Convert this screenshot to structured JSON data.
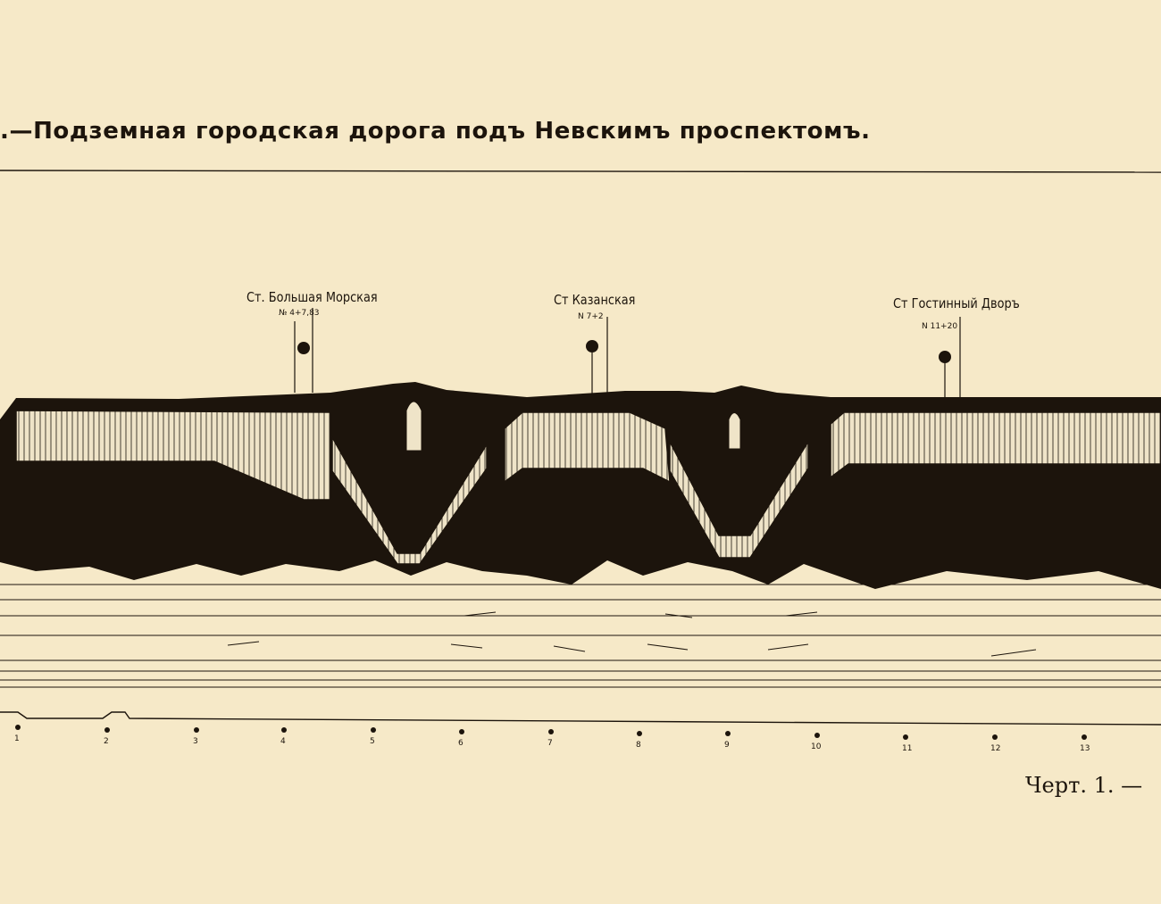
{
  "title": ".—Подземная городская дорога подъ Невскимъ проспектомъ.",
  "caption": "Черт. 1. —",
  "stations": [
    {
      "name": "Ст. Большая Морская",
      "number": "№ 4+7,83"
    },
    {
      "name": "Ст Казанская",
      "number": "N 7+2"
    },
    {
      "name": "Ст Гостинный Дворъ",
      "number": "N 11+20"
    }
  ],
  "point_numbers": [
    "1",
    "2",
    "3",
    "4",
    "5",
    "6",
    "7",
    "8",
    "9",
    "10",
    "11",
    "12",
    "13"
  ],
  "colors": {
    "paper": "#f6e9c8",
    "ink": "#1c140c",
    "lining": "#efe4c8"
  }
}
